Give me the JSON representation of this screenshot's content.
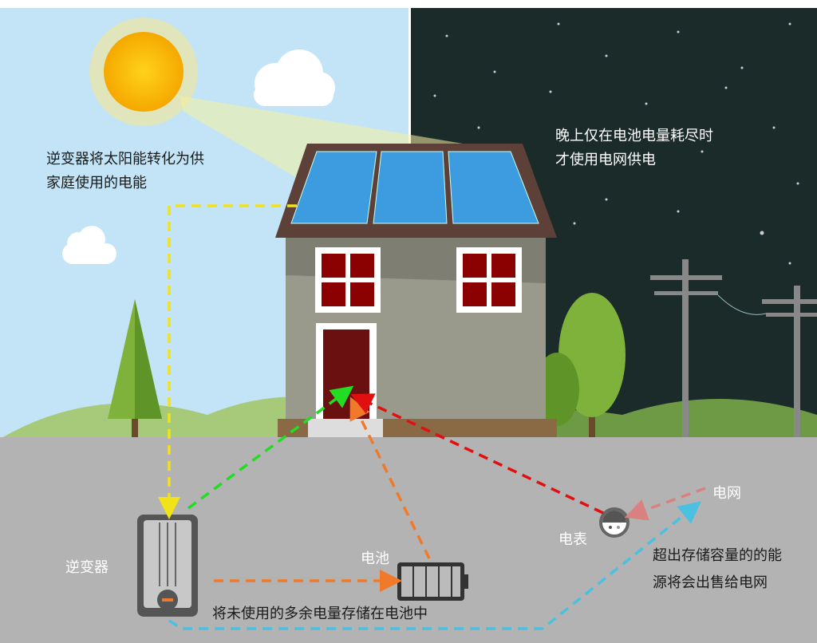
{
  "captions": {
    "inverter_info_line1": "逆变器将太阳能转化为供",
    "inverter_info_line2": "家庭使用的电能",
    "night_info_line1": "晚上仅在电池电量耗尽时",
    "night_info_line2": "才使用电网供电",
    "grid": "电网",
    "meter": "电表",
    "surplus_line1": "超出存储容量的的能",
    "surplus_line2": "源将会出售给电网",
    "inverter": "逆变器",
    "battery": "电池",
    "storage_info": "将未使用的多余电量存储在电池中"
  },
  "colors": {
    "day_sky": "#c2e4f6",
    "night_sky": "#1b2b2a",
    "ground": "#b3b3b3",
    "inverter_flow": "#f2e21a",
    "house_flow_green": "#22dd22",
    "battery_flow": "#f07a2a",
    "grid_flow_red": "#e01010",
    "grid_in": "#d98080",
    "grid_out": "#4cc0e0"
  }
}
